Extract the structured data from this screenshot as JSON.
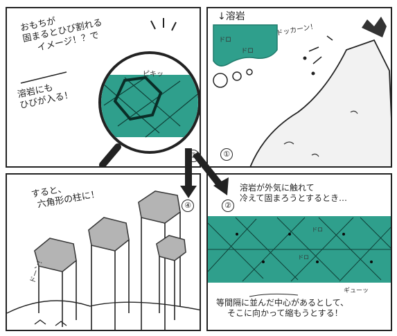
{
  "panels": {
    "p1": {
      "step": "①",
      "label_lava": "↓溶岩",
      "sfx_boom": "ドッカーン！",
      "sfx_doro": [
        "ドロ",
        "ドロ"
      ]
    },
    "p2": {
      "step": "②",
      "caption_lines": [
        "溶岩が外気に触れて",
        "冷えて固まろうとするとき…"
      ],
      "sfx_doro": [
        "ドロ",
        "ドロ"
      ],
      "sfx_shrink": "ギューッ",
      "caption_bottom_lines": [
        "等間隔に並んだ中心があるとして、",
        "そこに向かって縮もうとする！"
      ]
    },
    "p3": {
      "step": "③",
      "text_mochi_lines": [
        "おもちが",
        "固まるとひび割れる",
        "イメージ！？で"
      ],
      "text_lava_lines": [
        "溶岩にも",
        "ひびが入る！"
      ],
      "sfx_crack": "ピキッ"
    },
    "p4": {
      "step": "④",
      "text_lines": [
        "すると、",
        "六角形の柱に！"
      ],
      "sfx_don": "ドーン！"
    }
  },
  "colors": {
    "lava_teal": "#2f9f8c",
    "lava_dark": "#1f7a6b",
    "ink": "#222222"
  }
}
